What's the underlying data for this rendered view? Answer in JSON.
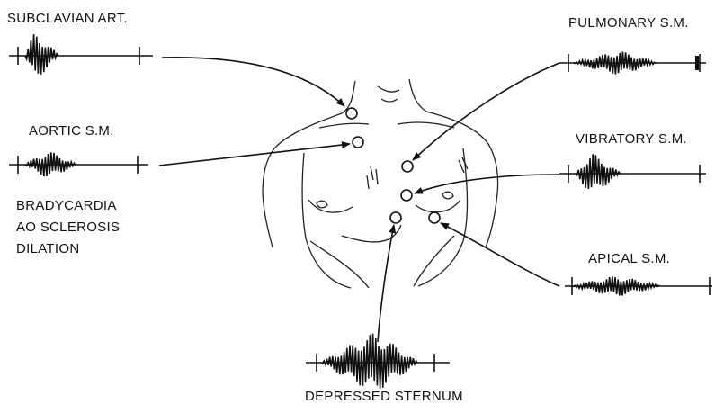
{
  "labels": {
    "subclavian": "SUBCLAVIAN ART.",
    "aortic": "AORTIC S.M.",
    "causes": [
      "BRADYCARDIA",
      "AO SCLEROSIS",
      "DILATION"
    ],
    "pulmonary": "PULMONARY S.M.",
    "vibratory": "VIBRATORY S.M.",
    "apical": "APICAL S.M.",
    "depressed": "DEPRESSED STERNUM"
  },
  "colors": {
    "ink": "#111111",
    "paper": "#ffffff"
  }
}
